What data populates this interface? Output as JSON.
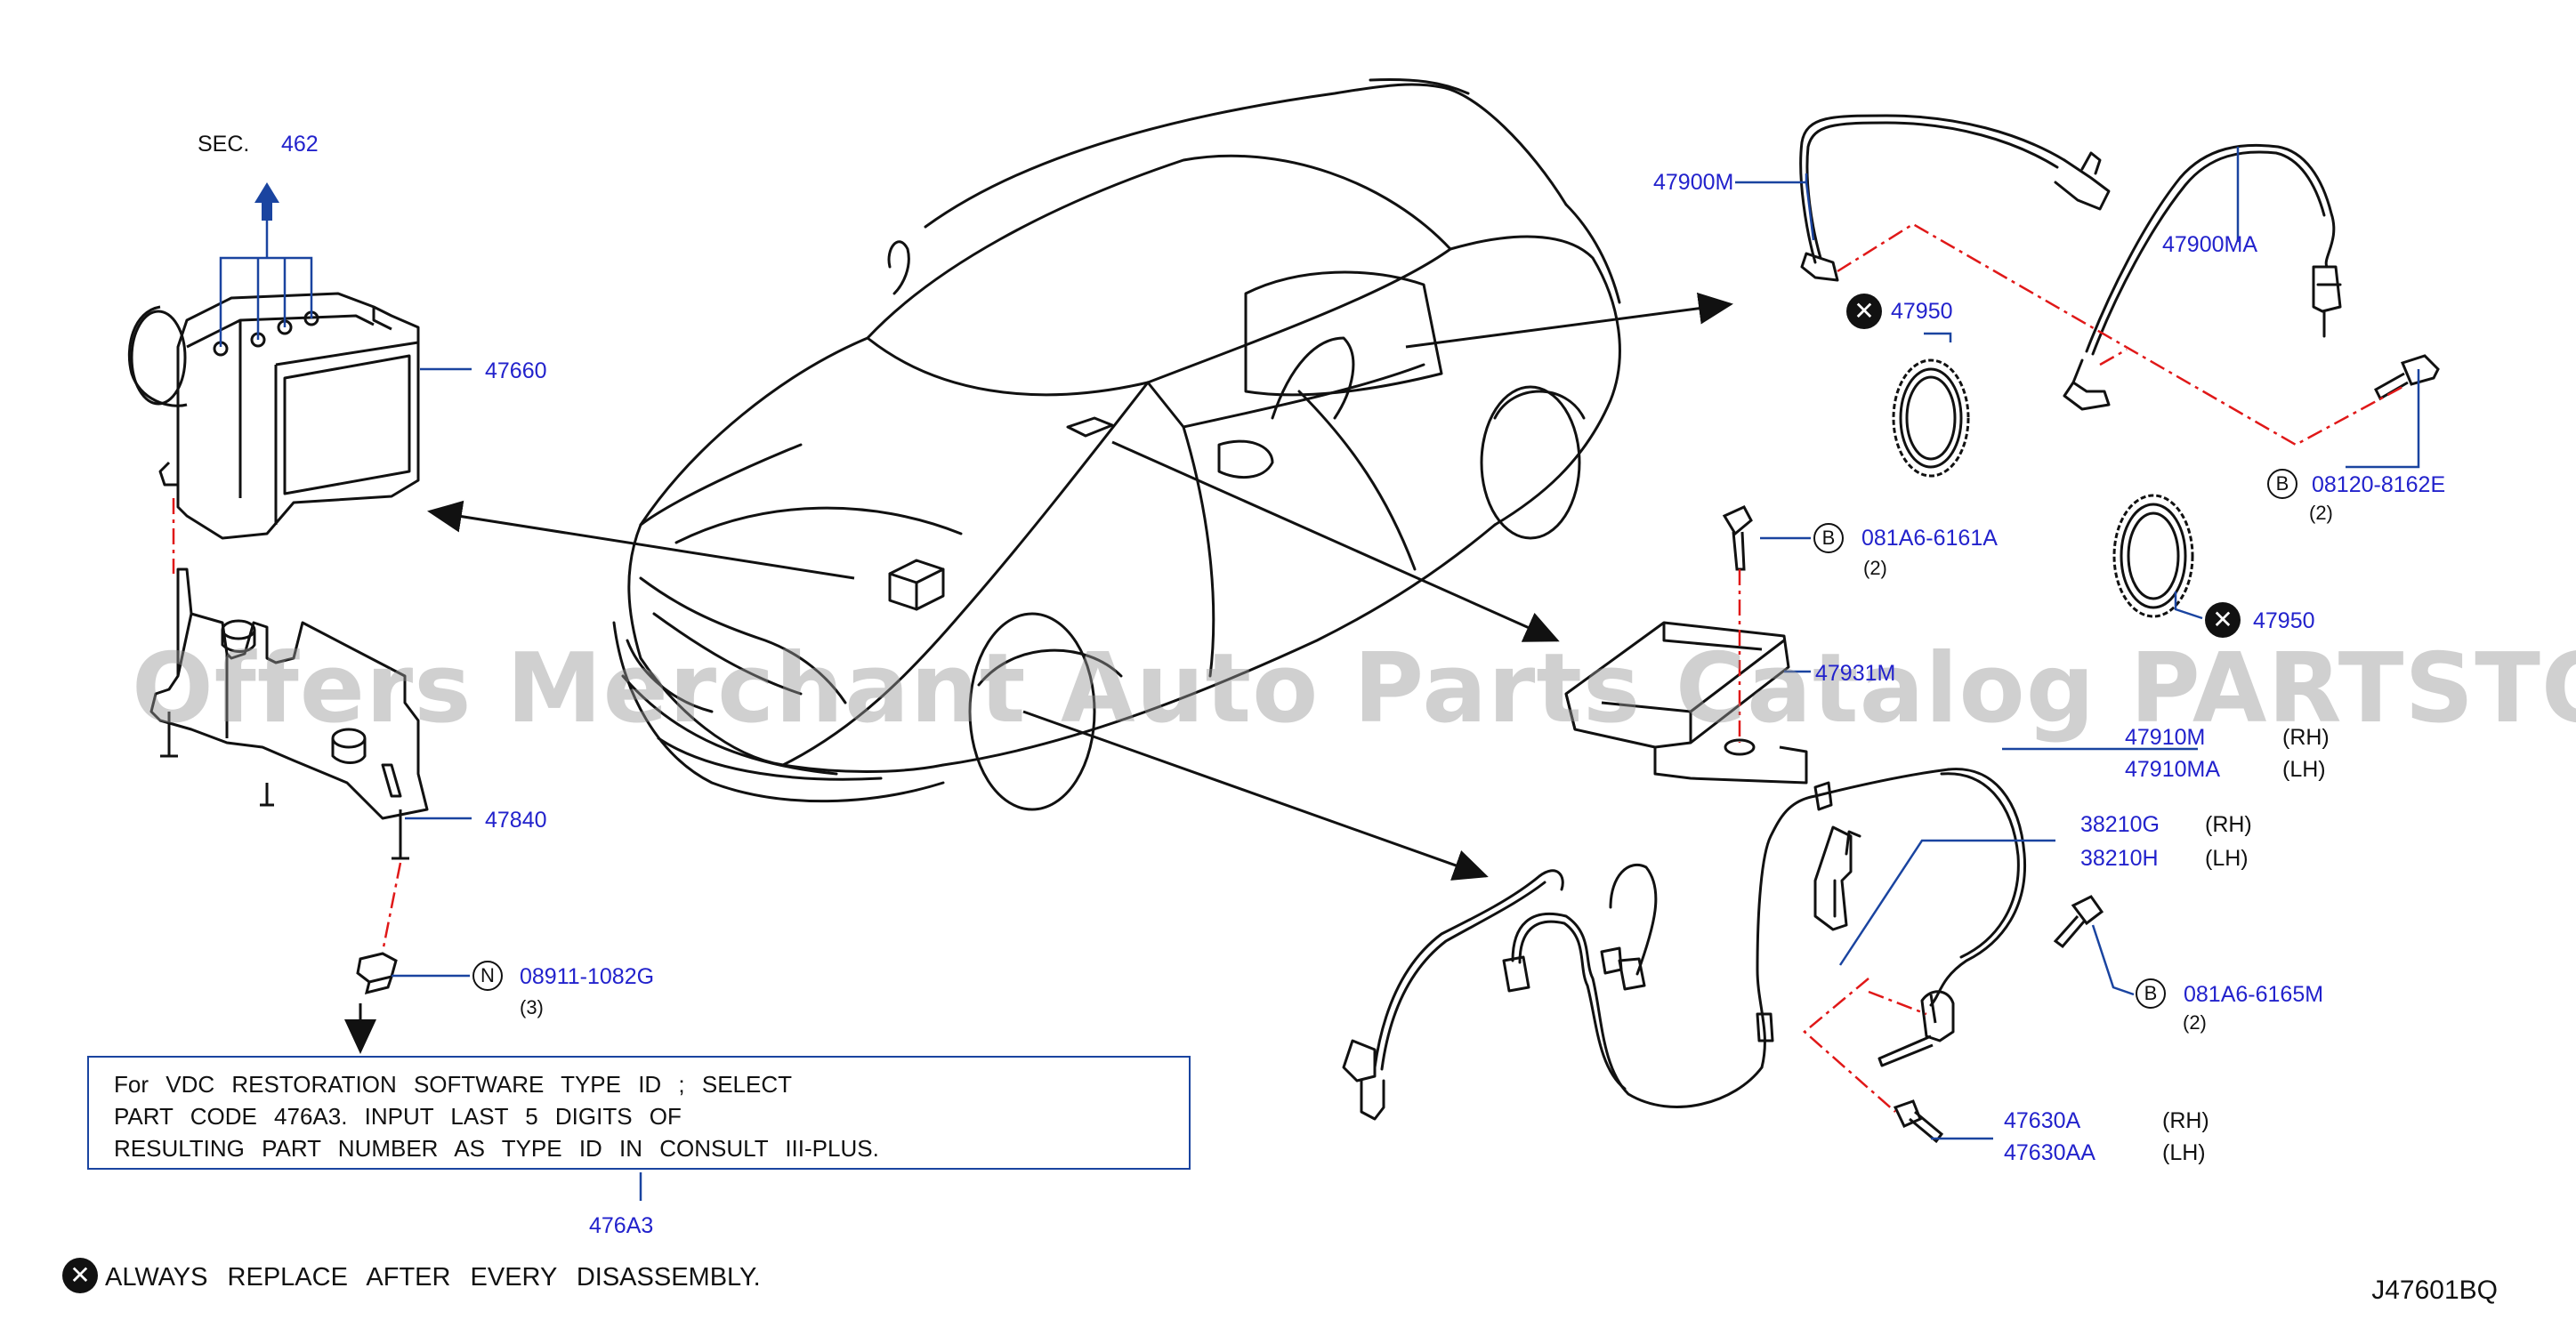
{
  "diagram": {
    "sec_prefix": "SEC.",
    "sec_ref": "462",
    "parts": {
      "p47660": "47660",
      "p47840": "47840",
      "p08911": "08911-1082G",
      "p08911_qty": "(3)",
      "p08911_letter": "N",
      "p476A3": "476A3",
      "p47900M": "47900M",
      "p47900MA": "47900MA",
      "p47950_a": "47950",
      "p47950_b": "47950",
      "p08120": "08120-8162E",
      "p08120_qty": "(2)",
      "p08120_letter": "B",
      "p081A6_6161A": "081A6-6161A",
      "p081A6_6161A_qty": "(2)",
      "p081A6_6161A_letter": "B",
      "p47931M": "47931M",
      "p47910M": "47910M",
      "p47910M_side": "(RH)",
      "p47910MA": "47910MA",
      "p47910MA_side": "(LH)",
      "p38210G": "38210G",
      "p38210G_side": "(RH)",
      "p38210H": "38210H",
      "p38210H_side": "(LH)",
      "p081A6_6165M": "081A6-6165M",
      "p081A6_6165M_qty": "(2)",
      "p081A6_6165M_letter": "B",
      "p47630A": "47630A",
      "p47630A_side": "(RH)",
      "p47630AA": "47630AA",
      "p47630AA_side": "(LH)"
    },
    "note_lines": [
      "For VDC RESTORATION SOFTWARE TYPE ID ; SELECT",
      "PART CODE 476A3. INPUT LAST 5 DIGITS OF",
      "RESULTING PART NUMBER AS TYPE ID IN CONSULT III-PLUS."
    ],
    "replace_symbol": "✕",
    "footer_text": "ALWAYS REPLACE AFTER EVERY DISASSEMBLY.",
    "diagram_code": "J47601BQ",
    "watermark": "Offers Merchant Auto Parts Catalog PARTSTORE.SA",
    "colors": {
      "label_blue": "#2222cc",
      "leader_blue": "#1a44a0",
      "dash_red": "#e01818",
      "line_black": "#111111"
    }
  }
}
